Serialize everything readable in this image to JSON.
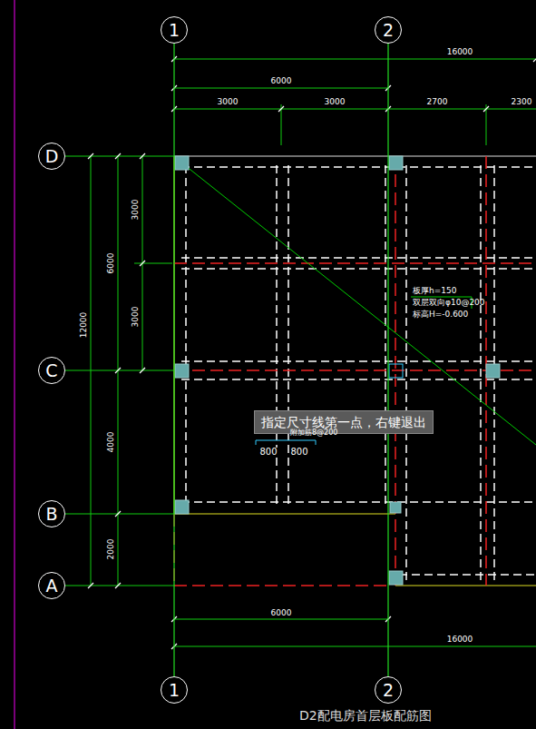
{
  "diagram": {
    "title": "D2配电房首层板配筋图",
    "nodes": [
      {
        "text": [
          "1"
        ]
      },
      {
        "text": [
          "2"
        ]
      },
      {
        "text": [
          "D"
        ]
      },
      {
        "text": [
          "C"
        ]
      },
      {
        "text": [
          "指定尺寸线第一点，右键退出"
        ]
      },
      {
        "text": [
          "B"
        ]
      },
      {
        "text": [
          "A"
        ]
      },
      {
        "text": [
          "1"
        ]
      },
      {
        "text": [
          "2"
        ]
      }
    ],
    "edges": [
      {
        "from": 0,
        "to": 7,
        "arrow": "none"
      },
      {
        "from": 1,
        "to": 8,
        "arrow": "none"
      }
    ],
    "labels": [
      "16000",
      "6000",
      "3000",
      "3000",
      "2700",
      "2300",
      "3000",
      "3000",
      "6000",
      "12000",
      "4000",
      "2000",
      "板厚h=150",
      "双层双向φ10@200",
      "标高H=-0.600",
      "附加筋8@200",
      "800",
      "800",
      "6000",
      "16000"
    ]
  }
}
